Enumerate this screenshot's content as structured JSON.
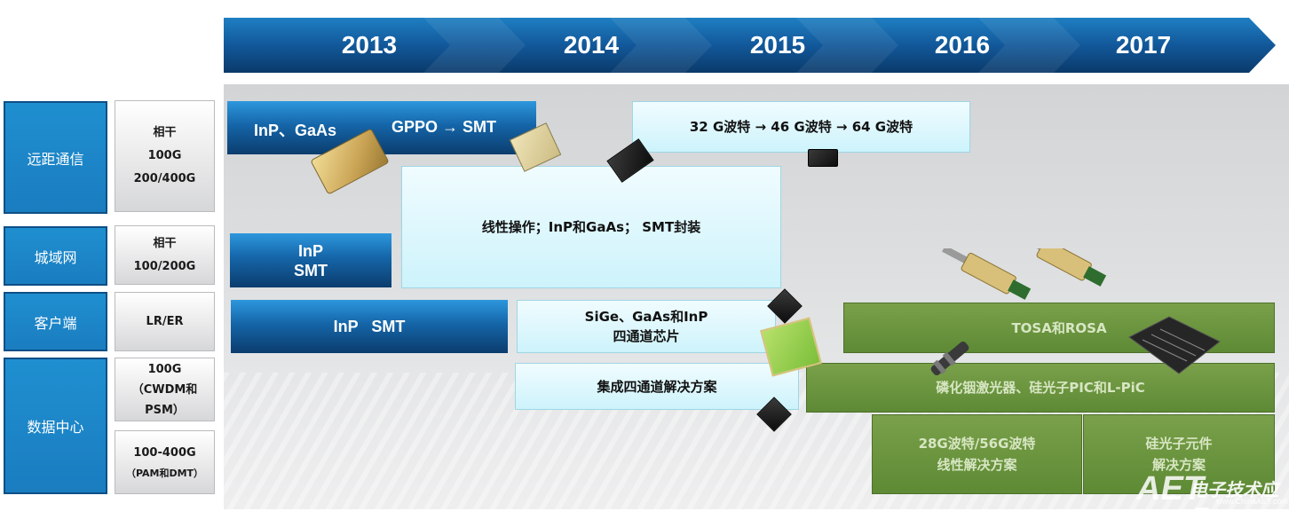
{
  "timeline": {
    "years": [
      "2013",
      "2014",
      "2015",
      "2016",
      "2017"
    ],
    "colors": {
      "banner": "#1565a8",
      "banner_dark": "#0b3d6e"
    }
  },
  "categories": {
    "long_haul": "远距通信",
    "metro": "城域网",
    "client": "客户端",
    "datacenter": "数据中心"
  },
  "specs": {
    "long_haul": [
      "相干",
      "100G",
      "200/400G"
    ],
    "metro": [
      "相干",
      "100/200G"
    ],
    "client": [
      "LR/ER"
    ],
    "dc_1": [
      "100G",
      "（CWDM和",
      "PSM）"
    ],
    "dc_2_main": "100-400G",
    "dc_2_sub": "（PAM和DMT）"
  },
  "bars": {
    "inp_gaas": "InP、GaAs",
    "gppo_smt": "GPPO → SMT",
    "inp_smt_metro_1": "InP",
    "inp_smt_metro_2": "SMT",
    "inp_smt_client": "InP   SMT"
  },
  "boxes": {
    "baud": "32 G波特 → 46 G波特 → 64 G波特",
    "linear": "线性操作；InP和GaAs； SMT封装",
    "sige_1": "SiGe、GaAs和InP",
    "sige_2": "四通道芯片",
    "quad": "集成四通道解决方案"
  },
  "green": {
    "tosa": "TOSA和ROSA",
    "laser": "磷化铟激光器、硅光子PIC和L-PiC",
    "baud_1": "28G波特/56G波特",
    "baud_2": "线性解决方案",
    "si_1": "硅光子元件",
    "si_2": "解决方案"
  },
  "watermark": {
    "logo": "AET",
    "cn": "电子技术应用",
    "url": "www.ChinaAET.com"
  }
}
